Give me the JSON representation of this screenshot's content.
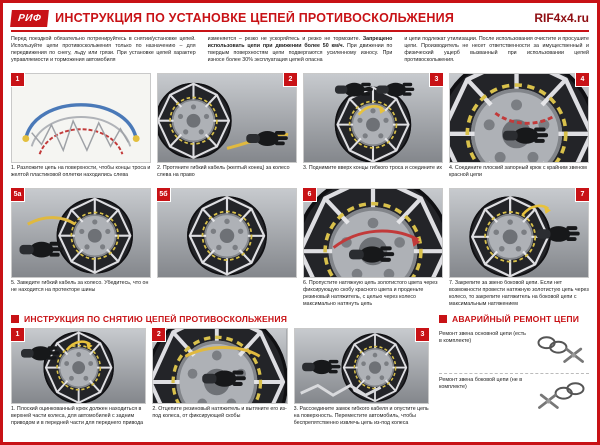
{
  "colors": {
    "accent": "#c81216",
    "dark_red": "#8f0e12",
    "ink": "#1a1a1a"
  },
  "header": {
    "logo": "РИФ",
    "title": "ИНСТРУКЦИЯ ПО УСТАНОВКЕ ЦЕПЕЙ ПРОТИВОСКОЛЬЖЕНИЯ",
    "site": "RIF4x4.ru"
  },
  "intro": {
    "col1": "Перед поездкой обязательно потренируйтесь в снятии/установке цепей. Используйте цепи противоскольжения только по назначению – для передвижения по снегу, льду или грязи. При установке цепей характер управляемости и торможения автомобиля",
    "col2_pre": "изменяется – резко не ускоряйтесь и резко не тормозите. ",
    "col2_bold": "Запрещено использовать цепи при движении более 50 км/ч.",
    "col2_post": " При движении по твердым поверхностям цепи подвергаются усиленному износу. При износе более 30% эксплуатация цепей опасна",
    "col3": "и цепи подлежат утилизации. После использования очистите и просушите цепи. Производитель не несет ответственности за имущественный и физический ущерб вызванный при использовании цепей противоскольжения."
  },
  "install": {
    "steps": [
      {
        "num": "1",
        "caption": "1. Разложите цепь на поверхности, чтобы концы троса и желтой пластиковой оплетки находились слева"
      },
      {
        "num": "2",
        "caption": "2. Протяните гибкий кабель (желтый конец) за колесо слева на право"
      },
      {
        "num": "3",
        "caption": "3. Поднимите вверх концы гибкого троса и соедините их"
      },
      {
        "num": "4",
        "caption": "4. Соедините плоский запорный крюк с крайним звеном красной цепи"
      },
      {
        "num": "5а",
        "caption": "5. Заведите гибкий кабель за колесо. Убедитесь, что он не находится на протекторе шины"
      },
      {
        "num": "5б",
        "caption": ""
      },
      {
        "num": "6",
        "caption": "6. Пропустите натяжную цепь золотистого цвета через фиксирующую скобу красного цвета и проденьте резиновый натяжитель, с целью через колесо максимально натянуть цепь"
      },
      {
        "num": "7",
        "caption": "7. Закрепите за звено боковой цепи. Если нет возможности провести натяжную золотистую цепь через колесо, то закрепите натяжитель на боковой цепи с максимальным натяжением"
      }
    ]
  },
  "removal": {
    "title": "ИНСТРУКЦИЯ ПО СНЯТИЮ ЦЕПЕЙ ПРОТИВОСКОЛЬЖЕНИЯ",
    "steps": [
      {
        "num": "1",
        "caption": "1. Плоский оцинкованный крюк должен находиться в верхней части колеса, для автомобилей с задним приводом и в передней части для переднего привода"
      },
      {
        "num": "2",
        "caption": "2. Отцепите резиновый натяжитель и вытяните его из-под колеса, от фиксирующей скобы"
      },
      {
        "num": "3",
        "caption": "3. Рассоедините замок гибкого кабеля и опустите цепь на поверхность. Переместите автомобиль, чтобы беспрепятственно извлечь цепь из-под колеса"
      }
    ]
  },
  "repair": {
    "title": "АВАРИЙНЫЙ РЕМОНТ ЦЕПИ",
    "items": [
      {
        "caption": "Ремонт звена основной цепи (есть в комплекте)"
      },
      {
        "caption": "Ремонт звена боковой цепи (не в комплекте)"
      }
    ]
  }
}
